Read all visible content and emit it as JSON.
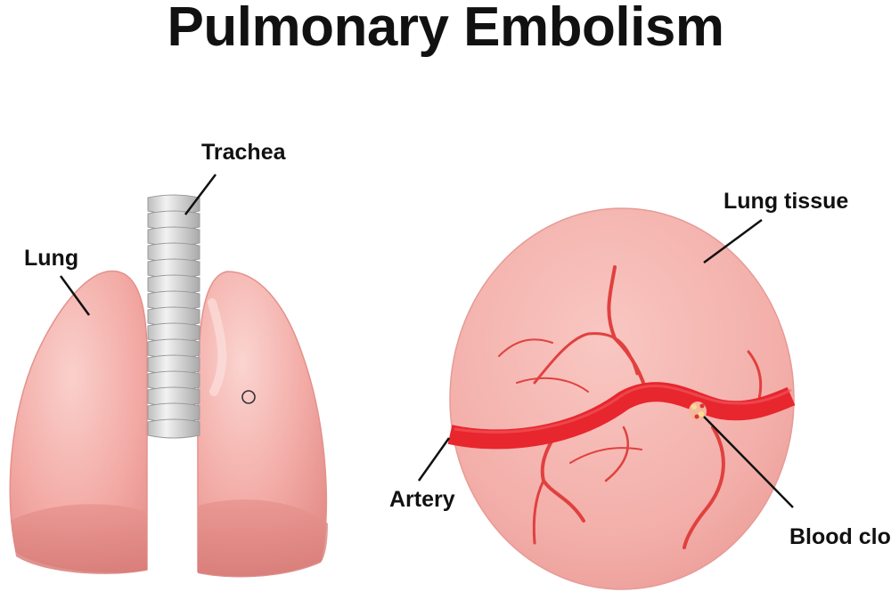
{
  "title": "Pulmonary Embolism",
  "labels": {
    "trachea": "Trachea",
    "lung": "Lung",
    "lung_tissue": "Lung tissue",
    "artery": "Artery",
    "blood_clot": "Blood clot"
  },
  "colors": {
    "lung_pink": "#f2a5a0",
    "lung_light": "#f8c8c3",
    "lung_shadow": "#d9827e",
    "trachea": "#d6d6d6",
    "tissue": "#f2aaa6",
    "artery": "#e8262e",
    "text": "#111111"
  }
}
